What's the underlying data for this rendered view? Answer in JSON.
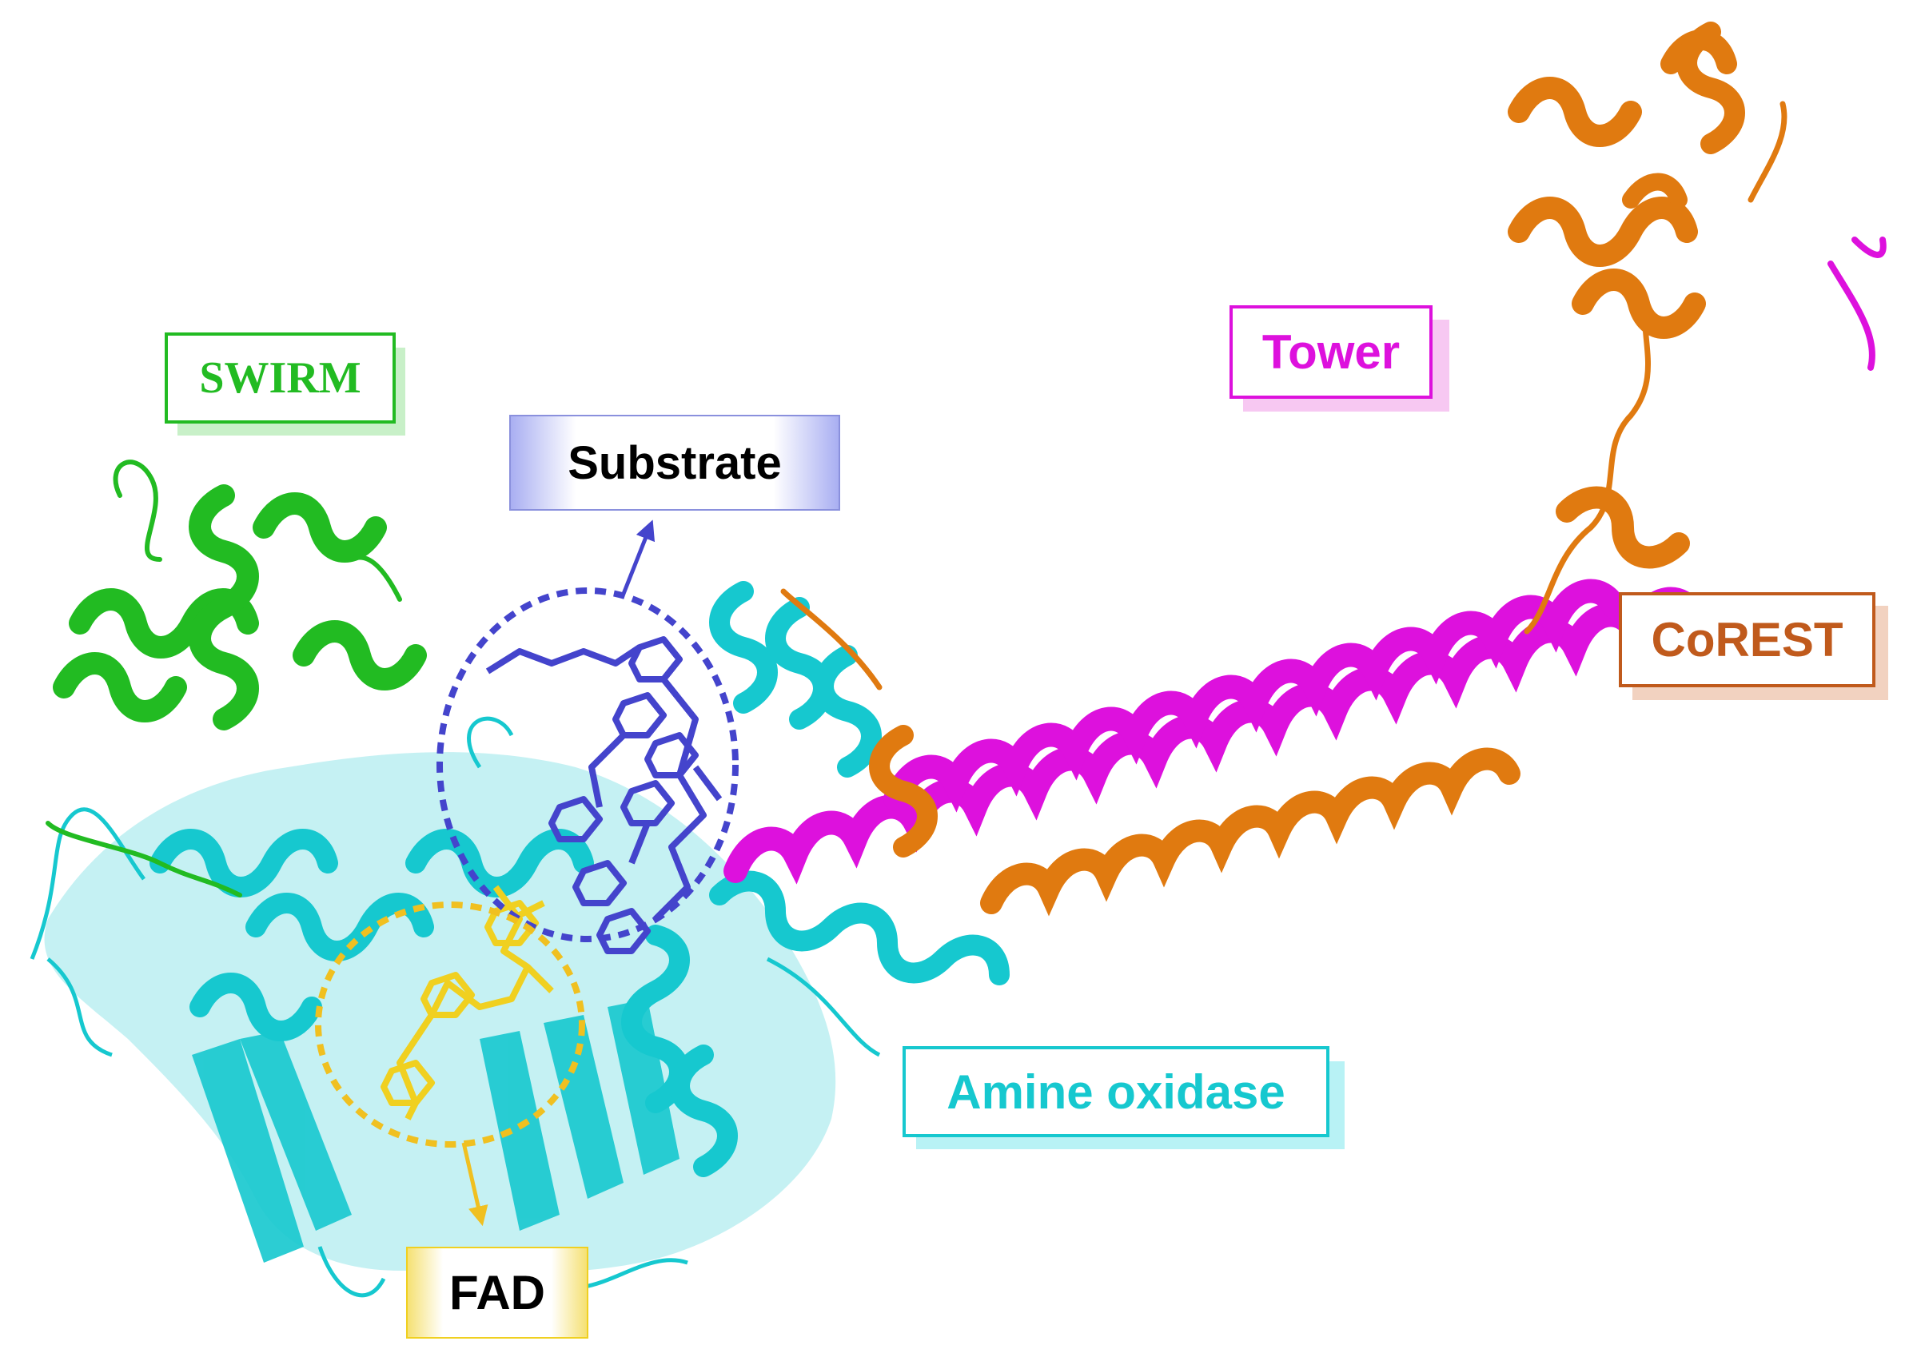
{
  "labels": {
    "swirm": "SWIRM",
    "substrate": "Substrate",
    "tower": "Tower",
    "corest": "CoREST",
    "amine_oxidase": "Amine oxidase",
    "fad": "FAD"
  },
  "colors": {
    "swirm": "#22bb22",
    "substrate": "#4444cc",
    "tower": "#dd11dd",
    "corest": "#e07a10",
    "amine_oxidase": "#16c8cf",
    "fad": "#f0d020",
    "fad_arrow": "#f0c020",
    "text_dark": "#000000"
  }
}
